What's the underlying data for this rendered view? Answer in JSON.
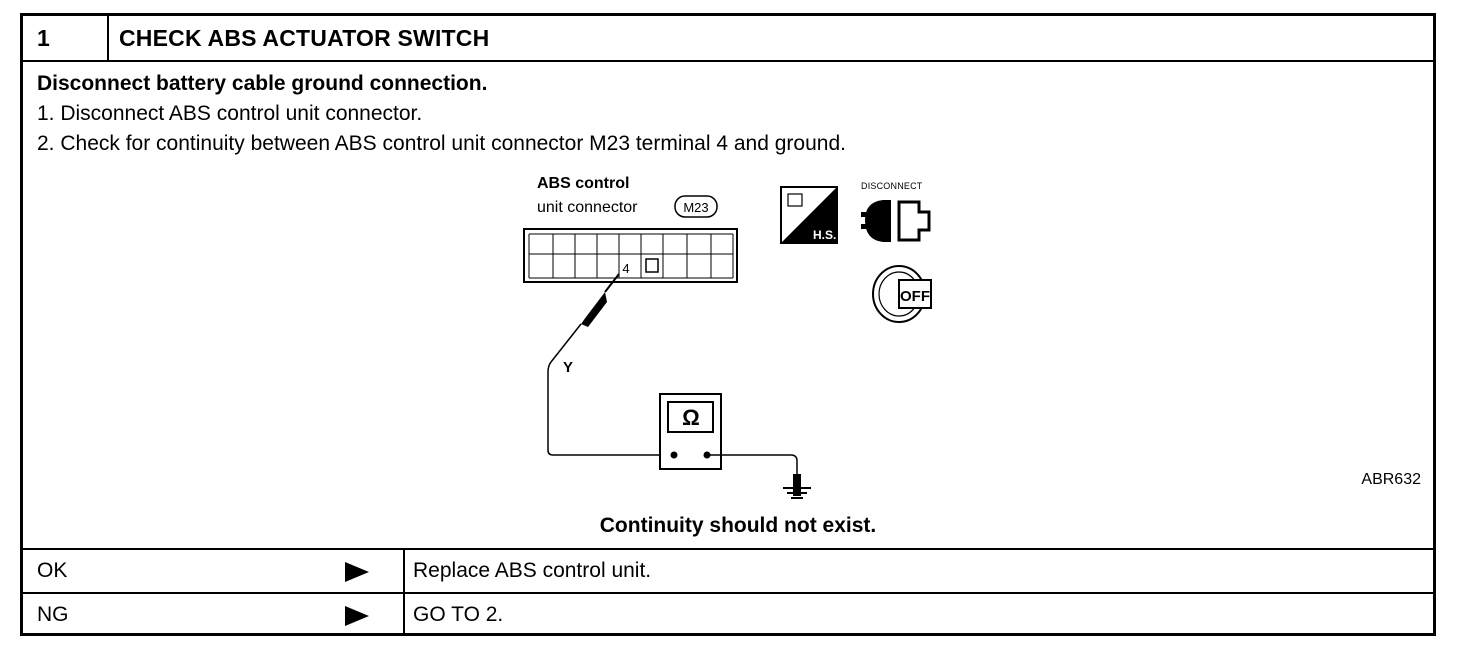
{
  "header": {
    "number": "1",
    "title": "CHECK ABS ACTUATOR SWITCH"
  },
  "instructions": {
    "line1": "Disconnect battery cable ground connection.",
    "line2": "1. Disconnect ABS control unit connector.",
    "line3": "2. Check for continuity between ABS control unit connector M23 terminal 4 and ground."
  },
  "diagram": {
    "connector_label_1": "ABS control",
    "connector_label_2": "unit connector",
    "connector_id": "M23",
    "terminal": "4",
    "wire_color": "Y",
    "meter_symbol": "Ω",
    "hs_label": "H.S.",
    "disconnect_label": "DISCONNECT",
    "off_label": "OFF",
    "figure_id": "ABR632"
  },
  "result": "Continuity should not exist.",
  "outcomes": [
    {
      "label": "OK",
      "action": "Replace ABS control unit."
    },
    {
      "label": "NG",
      "action": "GO TO 2."
    }
  ]
}
